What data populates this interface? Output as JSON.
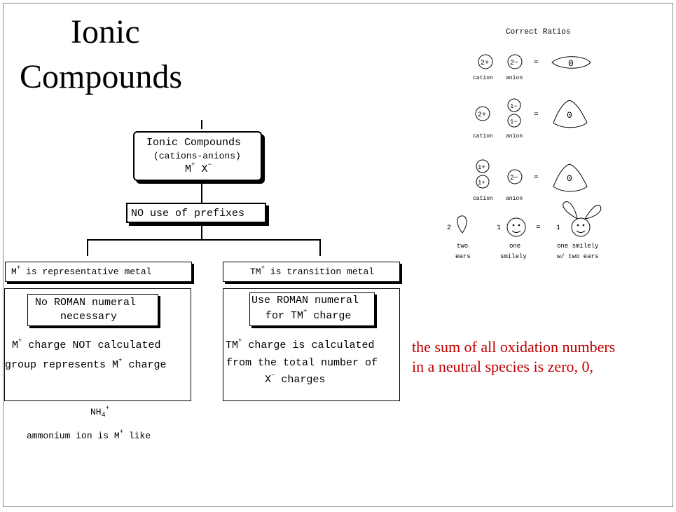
{
  "title": {
    "line1": "Ionic",
    "line2": "Compounds"
  },
  "top_box": {
    "line1": "Ionic Compounds",
    "line2": "(cations-anions)",
    "m": "M",
    "m_sup": "+",
    "x": "X",
    "x_sup": "−"
  },
  "prefix_box": "NO use of prefixes",
  "left_header": {
    "m": "M",
    "sup": "+",
    "rest": " is representative metal"
  },
  "right_header": {
    "tm": "TM",
    "sup": "+",
    "rest": " is transition metal"
  },
  "left_inner": {
    "line1": "No ROMAN numeral",
    "line2": "necessary"
  },
  "right_inner": {
    "line1": "Use ROMAN numeral",
    "line2a": "for TM",
    "line2_sup": "+",
    "line2b": " charge"
  },
  "left_body": {
    "l1a": "M",
    "l1_sup": "+",
    "l1b": " charge NOT calculated",
    "l2a": "group represents M",
    "l2_sup": "+",
    "l2b": " charge"
  },
  "right_body": {
    "l1a": "TM",
    "l1_sup": "+",
    "l1b": " charge is calculated",
    "l2": "from the total number of",
    "l3a": "X",
    "l3_sup": "−",
    "l3b": "  charges"
  },
  "ammonium": {
    "formula_a": "NH",
    "formula_sub": "4",
    "formula_sup": "+",
    "l2a": "ammonium ion is M",
    "l2_sup": "+",
    "l2b": " like"
  },
  "note": {
    "line1": "the sum of all oxidation numbers",
    "line2": "in a neutral species is zero, 0,"
  },
  "ratios": {
    "heading": "Correct Ratios",
    "row1": {
      "cation": "2+",
      "anion": "2−",
      "eq": "=",
      "result": "0"
    },
    "row2": {
      "cation": "2+",
      "anion_top": "1−",
      "anion_bot": "1−",
      "eq": "=",
      "result": "0"
    },
    "row3": {
      "cation_top": "1+",
      "cation_bot": "1+",
      "anion": "2−",
      "eq": "=",
      "result": "0"
    },
    "labels": {
      "cation": "cation",
      "anion": "anion"
    },
    "analogy": {
      "n1": "2",
      "n2": "1",
      "eq": "=",
      "n3": "1",
      "l1a": "two",
      "l1b": "ears",
      "l2a": "one",
      "l2b": "smilely",
      "l3a": "one smilely",
      "l3b": "w/ two ears"
    }
  },
  "colors": {
    "note": "#c00000",
    "frame": "#8a8a8a"
  }
}
